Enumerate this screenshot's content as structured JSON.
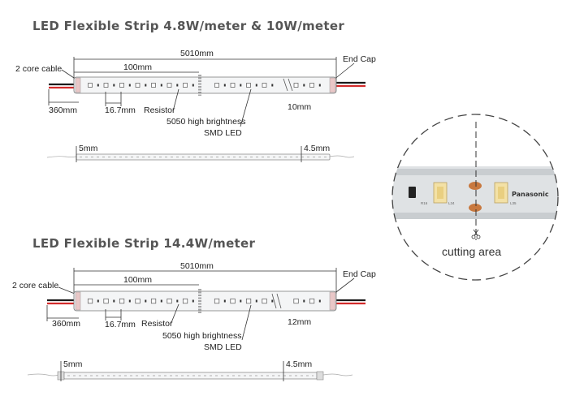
{
  "strips": [
    {
      "title": "LED Flexible Strip 4.8W/meter & 10W/meter",
      "total_length": "5010mm",
      "cable_label": "2 core cable",
      "end_cap_label": "End Cap",
      "segment_length": "100mm",
      "cable_length": "360mm",
      "led_pitch": "16.7mm",
      "resistor_label": "Resistor",
      "led_label_line1": "5050 high brightness",
      "led_label_line2": "SMD LED",
      "width": "10mm",
      "side_end_left": "5mm",
      "side_end_right": "4.5mm"
    },
    {
      "title": "LED Flexible Strip 14.4W/meter",
      "total_length": "5010mm",
      "cable_label": "2 core cable",
      "end_cap_label": "End Cap",
      "segment_length": "100mm",
      "cable_length": "360mm",
      "led_pitch": "16.7mm",
      "resistor_label": "Resistor",
      "led_label_line1": "5050 high brightness",
      "led_label_line2": "SMD LED",
      "width": "12mm",
      "side_end_left": "5mm",
      "side_end_right": "4.5mm"
    }
  ],
  "detail": {
    "caption": "cutting area",
    "brand": "Panasonic",
    "micro_labels": [
      "R16",
      "L34",
      "L35"
    ]
  },
  "colors": {
    "wire_red": "#d22b2b",
    "wire_black": "#1a1a1a",
    "copper_pad": "#c8783e",
    "led_yellow": "#f3e1a6"
  }
}
